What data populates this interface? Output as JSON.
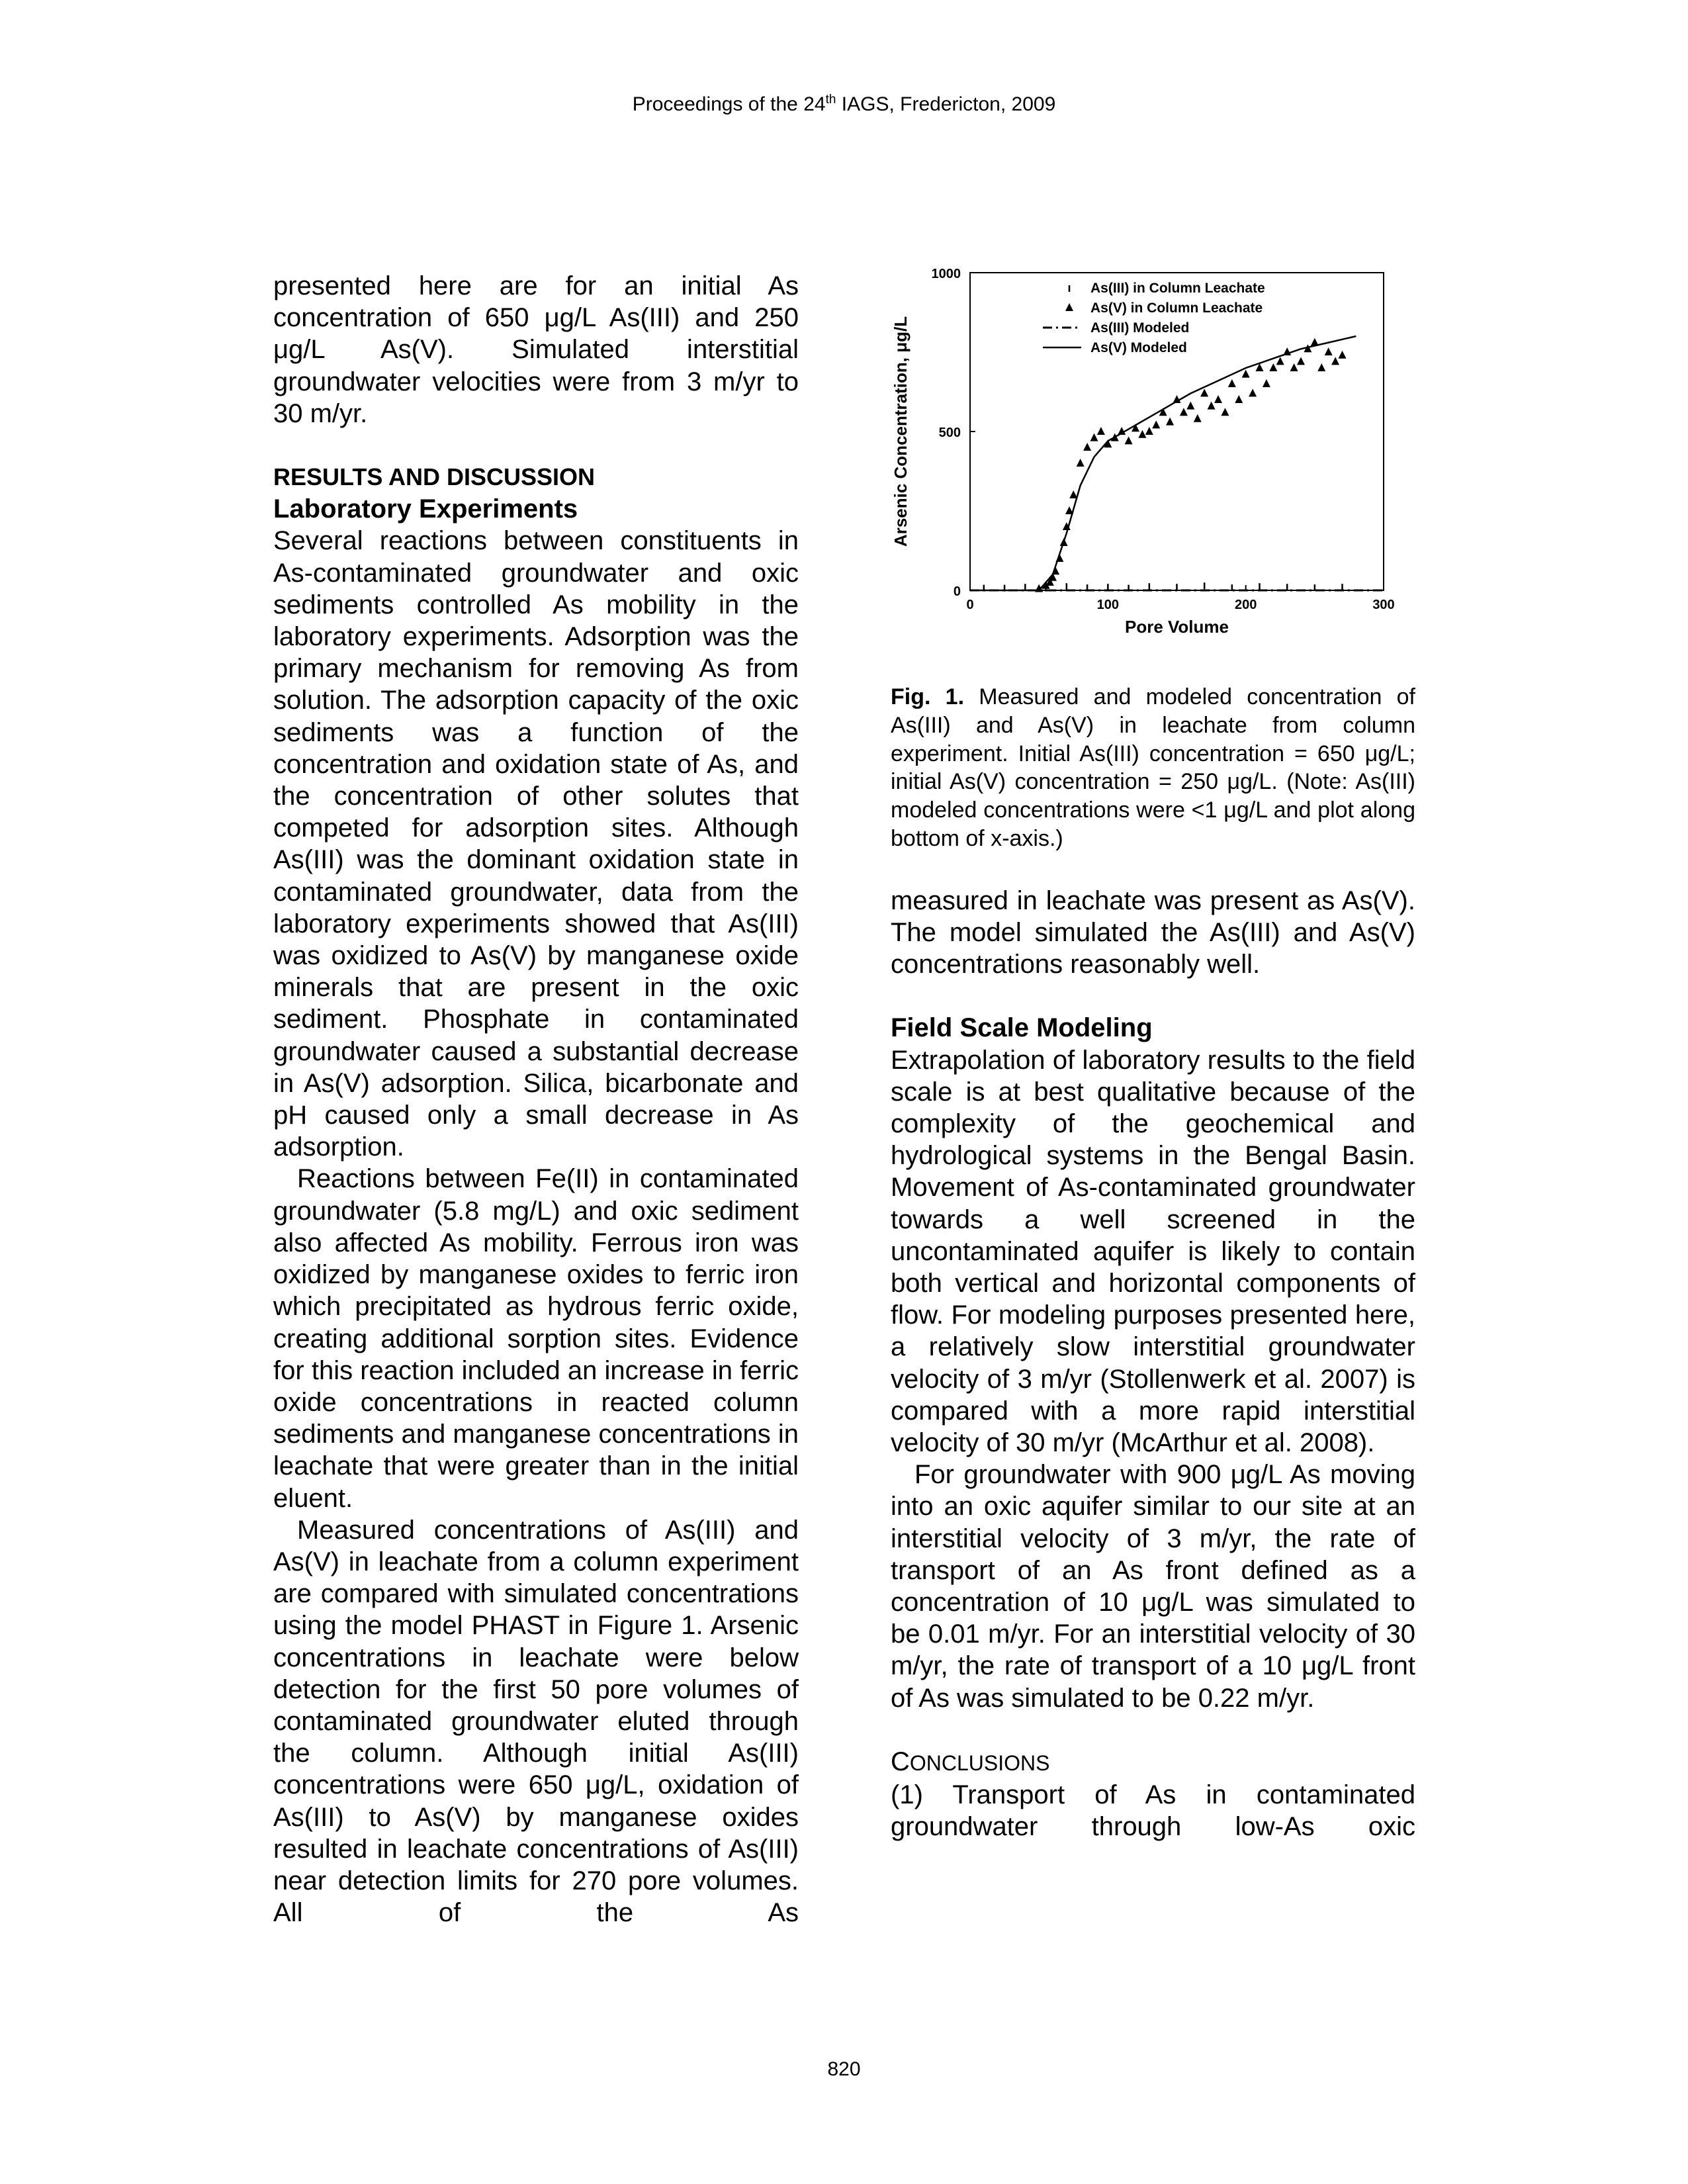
{
  "header": {
    "prefix": "Proceedings of the 24",
    "sup": "th",
    "suffix": " IAGS, Fredericton, 2009"
  },
  "left_column": {
    "p1": "presented here are for an initial As concentration of 650 μg/L As(III) and 250 μg/L As(V). Simulated interstitial groundwater velocities were from 3 m/yr to 30 m/yr.",
    "h_results": "RESULTS AND DISCUSSION",
    "h_lab": "Laboratory Experiments",
    "p2": "Several reactions between constituents in As-contaminated groundwater and oxic sediments controlled As mobility in the laboratory experiments. Adsorption was the primary mechanism for removing As from solution. The adsorption capacity of the oxic sediments was a function of the concentration and oxidation state of As, and the concentration of other solutes that competed for adsorption sites. Although As(III) was the dominant oxidation state in contaminated groundwater, data from the laboratory experiments showed that As(III) was oxidized to As(V) by manganese oxide minerals that are present in the oxic sediment. Phosphate in contaminated groundwater caused a substantial decrease in As(V) adsorption. Silica, bicarbonate and pH caused only a small decrease in As adsorption.",
    "p3": "Reactions between Fe(II) in contaminated groundwater (5.8 mg/L) and oxic sediment also affected As mobility. Ferrous iron was oxidized by manganese oxides to ferric iron which precipitated as hydrous ferric oxide, creating additional sorption sites. Evidence for this reaction included an increase in ferric oxide concentrations in reacted column sediments and manganese concentrations in leachate that were greater than in the initial eluent.",
    "p4": "Measured concentrations of As(III) and As(V) in leachate from a column experiment are compared with simulated concentrations using the model PHAST in Figure 1. Arsenic concentrations in leachate were below detection for the first 50 pore volumes of contaminated groundwater eluted through the column. Although initial As(III) concentrations were 650 μg/L, oxidation of As(III) to As(V) by manganese oxides resulted in leachate concentrations of As(III) near detection limits for 270 pore volumes. All of the As"
  },
  "figure": {
    "caption_label": "Fig. 1.",
    "caption_text": " Measured and modeled concentration of As(III) and As(V) in leachate from column experiment. Initial As(III) concentration = 650 μg/L; initial As(V) concentration = 250 μg/L. (Note: As(III) modeled concentrations were <1 μg/L and plot along bottom of x-axis.)"
  },
  "chart_data": {
    "type": "scatter",
    "xlabel": "Pore Volume",
    "ylabel": "Arsenic Concentration, μg/L",
    "xlim": [
      0,
      300
    ],
    "ylim": [
      0,
      1000
    ],
    "x_ticks": [
      "0",
      "100",
      "200",
      "300"
    ],
    "y_ticks": [
      "0",
      "500",
      "1000"
    ],
    "legend_position": "top-right",
    "legend": [
      {
        "symbol": "tick",
        "label": "As(III) in Column Leachate"
      },
      {
        "symbol": "triangle",
        "label": "As(V) in Column Leachate"
      },
      {
        "symbol": "dash-dot-line",
        "label": "As(III) Modeled"
      },
      {
        "symbol": "solid-line",
        "label": "As(V) Modeled"
      }
    ],
    "series": [
      {
        "name": "As(III) in Column Leachate",
        "marker": "tick",
        "x": [
          10,
          25,
          40,
          55,
          70,
          85,
          100,
          115,
          130,
          150,
          170,
          190,
          210,
          230,
          250,
          270
        ],
        "y": [
          5,
          5,
          8,
          5,
          10,
          6,
          8,
          5,
          10,
          8,
          12,
          6,
          10,
          8,
          6,
          8
        ]
      },
      {
        "name": "As(V) in Column Leachate",
        "marker": "triangle",
        "x": [
          50,
          55,
          58,
          60,
          62,
          65,
          68,
          70,
          72,
          75,
          80,
          85,
          90,
          95,
          100,
          105,
          110,
          115,
          120,
          125,
          130,
          135,
          140,
          145,
          150,
          155,
          160,
          165,
          170,
          175,
          180,
          185,
          190,
          195,
          200,
          205,
          210,
          215,
          220,
          225,
          230,
          235,
          240,
          245,
          250,
          255,
          260,
          265,
          270
        ],
        "y": [
          5,
          15,
          25,
          40,
          60,
          100,
          150,
          200,
          250,
          300,
          400,
          450,
          480,
          500,
          460,
          480,
          500,
          470,
          510,
          490,
          500,
          520,
          560,
          530,
          600,
          560,
          580,
          540,
          620,
          580,
          600,
          560,
          650,
          600,
          680,
          620,
          700,
          650,
          700,
          720,
          750,
          700,
          720,
          760,
          780,
          700,
          750,
          720,
          740
        ]
      },
      {
        "name": "As(III) Modeled",
        "line": "dash-dot",
        "x": [
          0,
          300
        ],
        "y": [
          0,
          0
        ]
      },
      {
        "name": "As(V) Modeled",
        "line": "solid",
        "x": [
          0,
          50,
          60,
          70,
          80,
          90,
          100,
          120,
          140,
          160,
          180,
          200,
          220,
          240,
          260,
          280
        ],
        "y": [
          0,
          0,
          50,
          180,
          330,
          420,
          470,
          520,
          570,
          620,
          660,
          700,
          730,
          760,
          780,
          800
        ]
      }
    ]
  },
  "right_column": {
    "p5": "measured in leachate was present as As(V). The model simulated the As(III) and As(V) concentrations reasonably well.",
    "h_field": "Field Scale Modeling",
    "p6": "Extrapolation of laboratory results to the field scale is at best qualitative because of the complexity of the geochemical and hydrological systems in the Bengal Basin. Movement of As-contaminated groundwater towards a well screened in the uncontaminated aquifer is likely to contain both vertical and horizontal components of flow. For modeling purposes presented here, a relatively slow interstitial groundwater velocity of 3 m/yr (Stollenwerk et al. 2007) is compared with a more rapid interstitial velocity of 30 m/yr (McArthur et al. 2008).",
    "p7": "For groundwater with 900 μg/L As moving into an oxic aquifer similar to our site at an interstitial velocity of 3 m/yr, the rate of transport of an As front defined as a concentration of 10 μg/L was simulated to be 0.01 m/yr. For an interstitial velocity of 30 m/yr, the rate of transport of a 10 μg/L front of As was simulated to be 0.22 m/yr.",
    "h_concl_first": "C",
    "h_concl_rest": "ONCLUSIONS",
    "p8": "(1) Transport of As in contaminated groundwater through low-As oxic"
  },
  "footer": {
    "page_number": "820"
  }
}
